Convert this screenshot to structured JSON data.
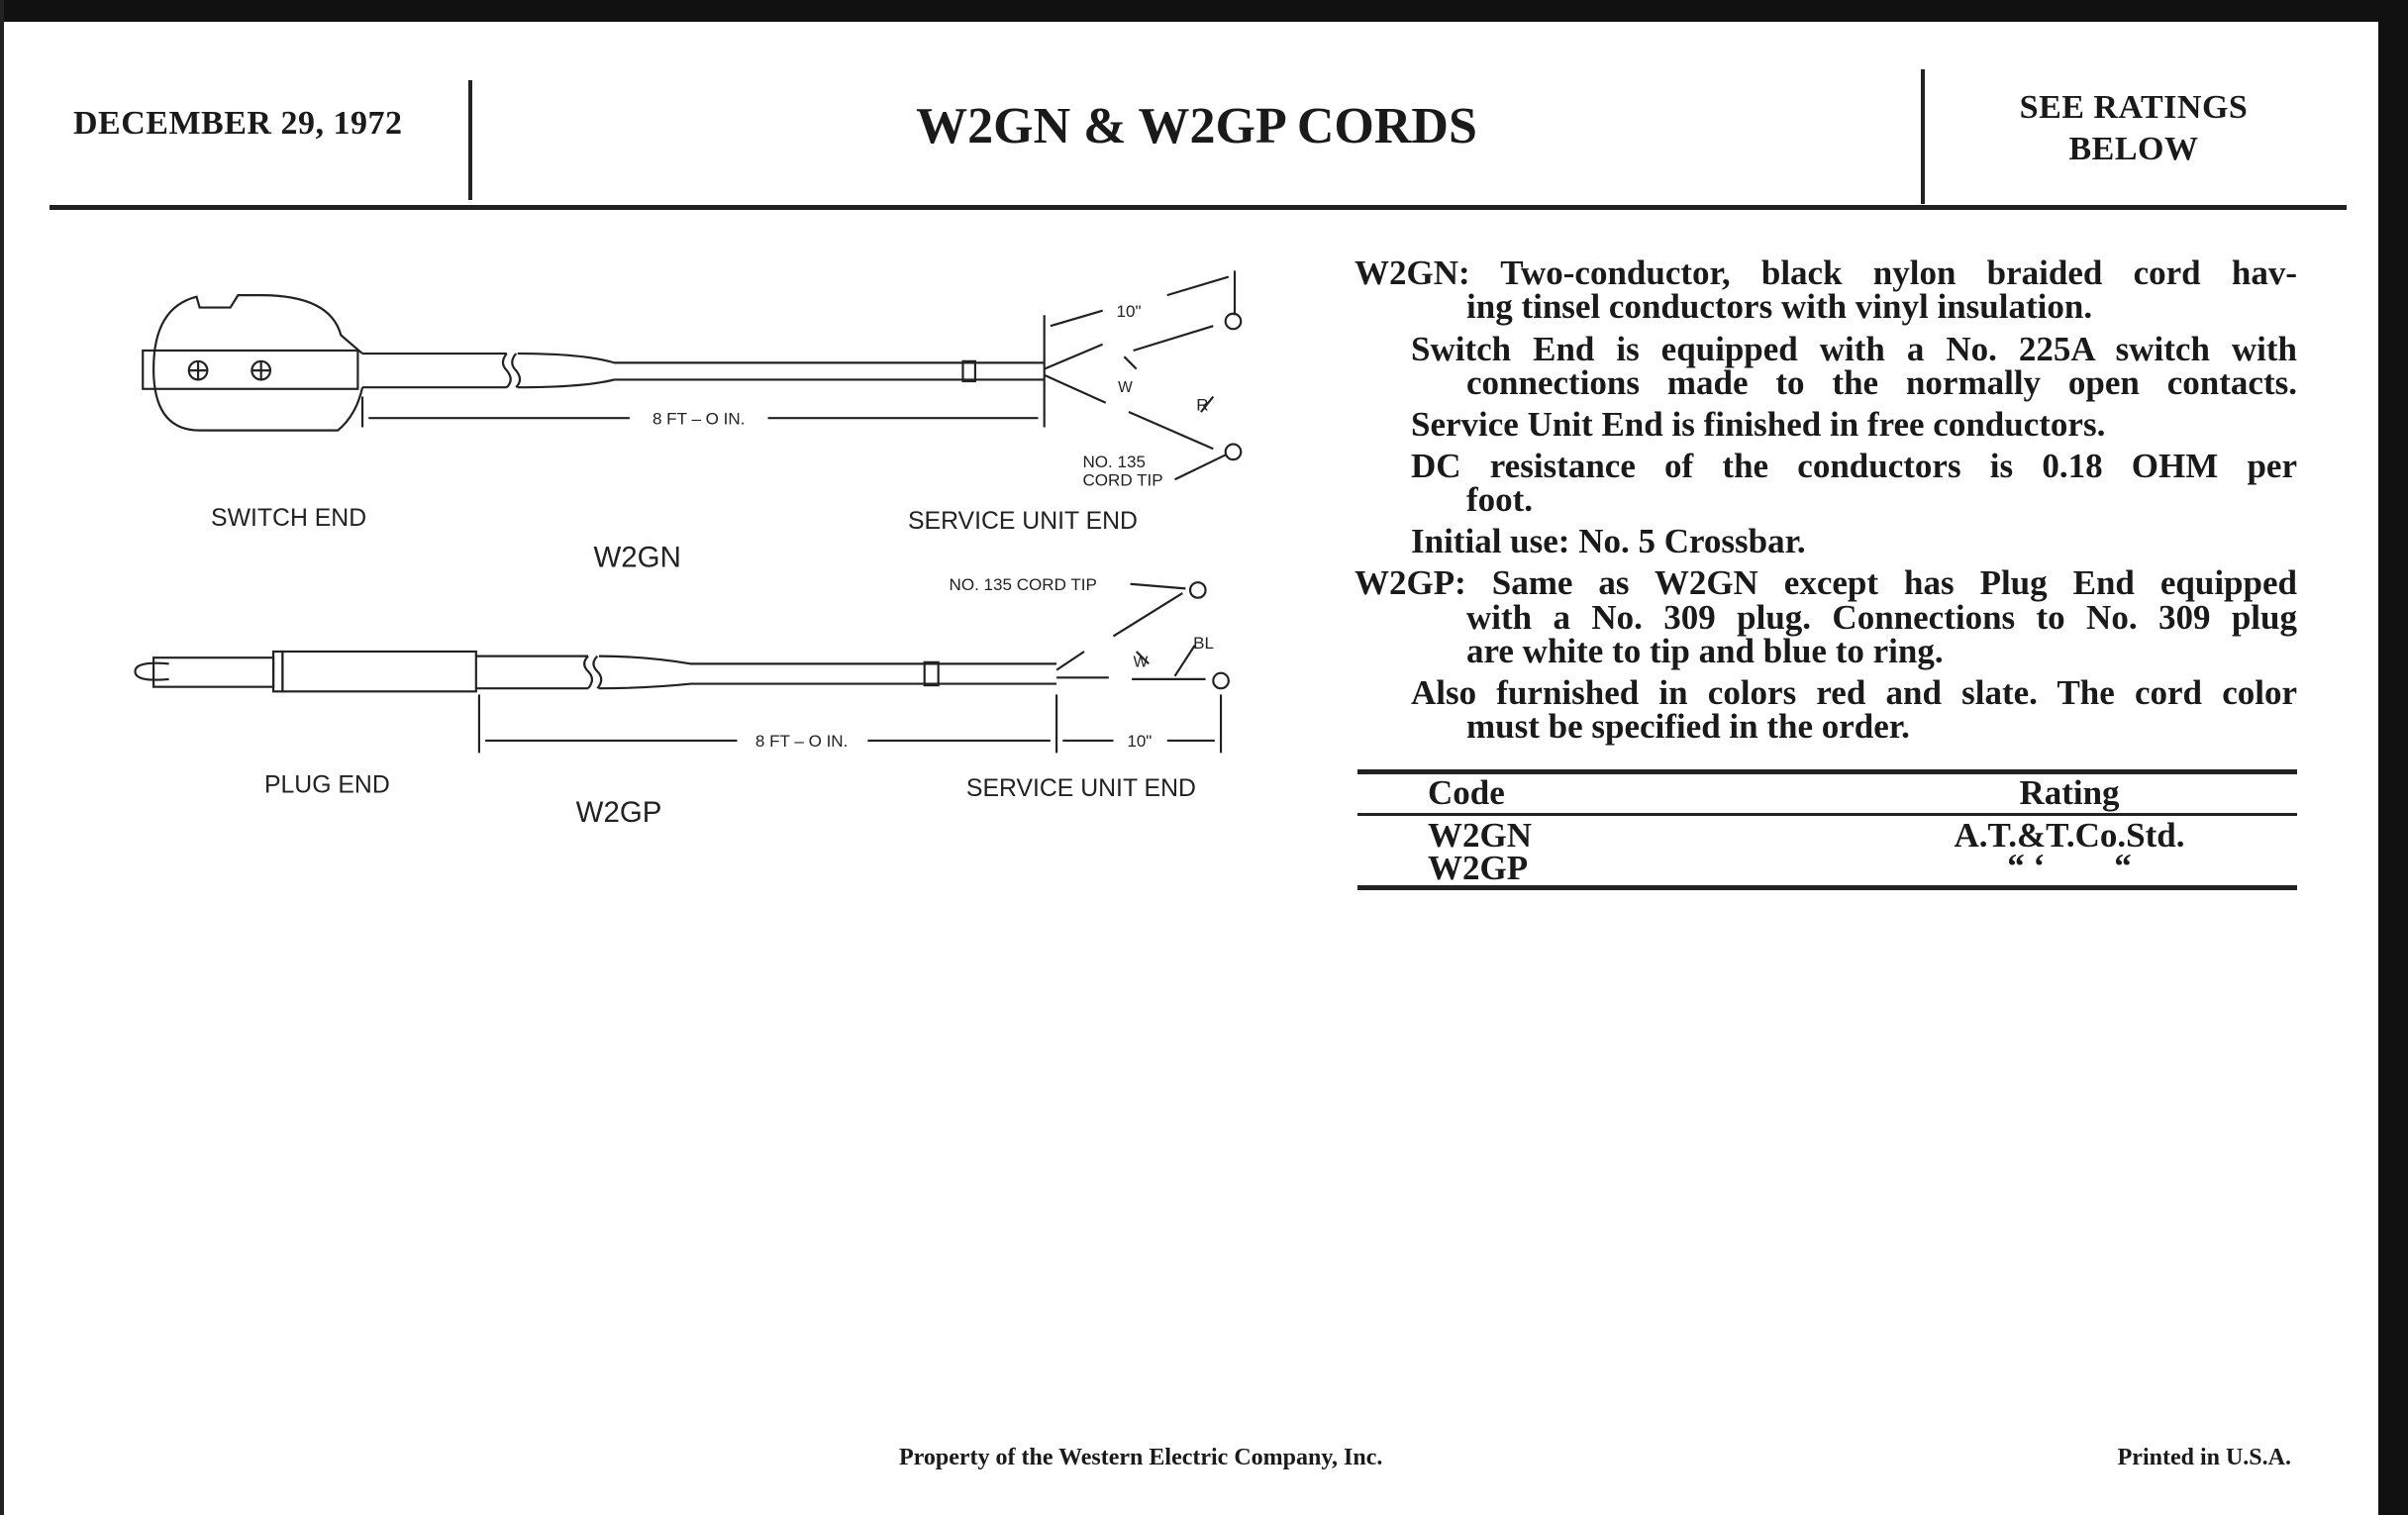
{
  "header": {
    "date": "DECEMBER 29, 1972",
    "title": "W2GN & W2GP CORDS",
    "ratings_line1": "SEE RATINGS",
    "ratings_line2": "BELOW"
  },
  "drawing": {
    "w2gn": {
      "name": "W2GN",
      "switch_end": "SWITCH END",
      "service_unit_end": "SERVICE UNIT END",
      "length": "8 FT – O IN.",
      "lead_length": "10\"",
      "wire_w": "W",
      "wire_r": "R",
      "cord_tip_1": "NO. 135",
      "cord_tip_2": "CORD TIP"
    },
    "w2gp": {
      "name": "W2GP",
      "plug_end": "PLUG END",
      "service_unit_end": "SERVICE UNIT END",
      "length": "8 FT – O IN.",
      "lead_length": "10\"",
      "wire_w": "W",
      "wire_bl": "BL",
      "cord_tip": "NO. 135 CORD TIP"
    }
  },
  "description": {
    "lines": [
      "W2GN: Two-conductor, black nylon braided cord hav-",
      "ing tinsel conductors with vinyl insulation.",
      "Switch End is equipped with a No. 225A switch with",
      "connections made to the normally open contacts.",
      "Service Unit End is finished in free conductors.",
      "DC resistance of the conductors is 0.18 OHM per",
      "foot.",
      "Initial use: No. 5 Crossbar.",
      "W2GP: Same as W2GN except has Plug End equipped",
      "with a No. 309 plug. Connections to No. 309 plug",
      "are white to tip and blue to ring.",
      "Also furnished in colors red and slate. The cord color",
      "must be specified in the order."
    ]
  },
  "ratings_table": {
    "headers": [
      "Code",
      "Rating"
    ],
    "rows": [
      {
        "code": "W2GN",
        "rating": "A.T.&T.Co.Std."
      },
      {
        "code": "W2GP",
        "rating": "“ ‘        “"
      }
    ]
  },
  "footer": {
    "property": "Property of the Western Electric Company, Inc.",
    "printed": "Printed in U.S.A."
  }
}
